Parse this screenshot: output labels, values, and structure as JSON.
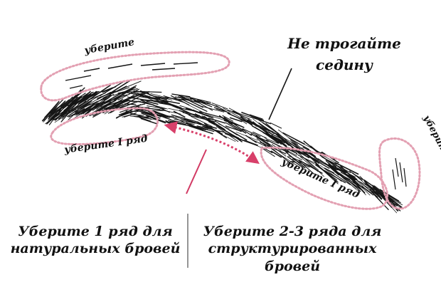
{
  "labels": {
    "top_remove": "уберите",
    "lower_left_remove": "уберите I ряд",
    "lower_right_remove": "уберите I ряд",
    "right_tail_remove": "уберите",
    "grey_hair_note_line1": "Не трогайте",
    "grey_hair_note_line2": "седину"
  },
  "captions": {
    "left_line1": "Уберите 1 ряд для",
    "left_line2": "натуральных бровей",
    "right_line1": "Уберите 2-3 ряда для",
    "right_line2": "структурированных",
    "right_line3": "бровей"
  },
  "colors": {
    "hair": "#151515",
    "zone_outline": "#e3a0b2",
    "arrow": "#d8406a",
    "pointer_line": "#d23a64",
    "divider": "#8a8a8a"
  }
}
